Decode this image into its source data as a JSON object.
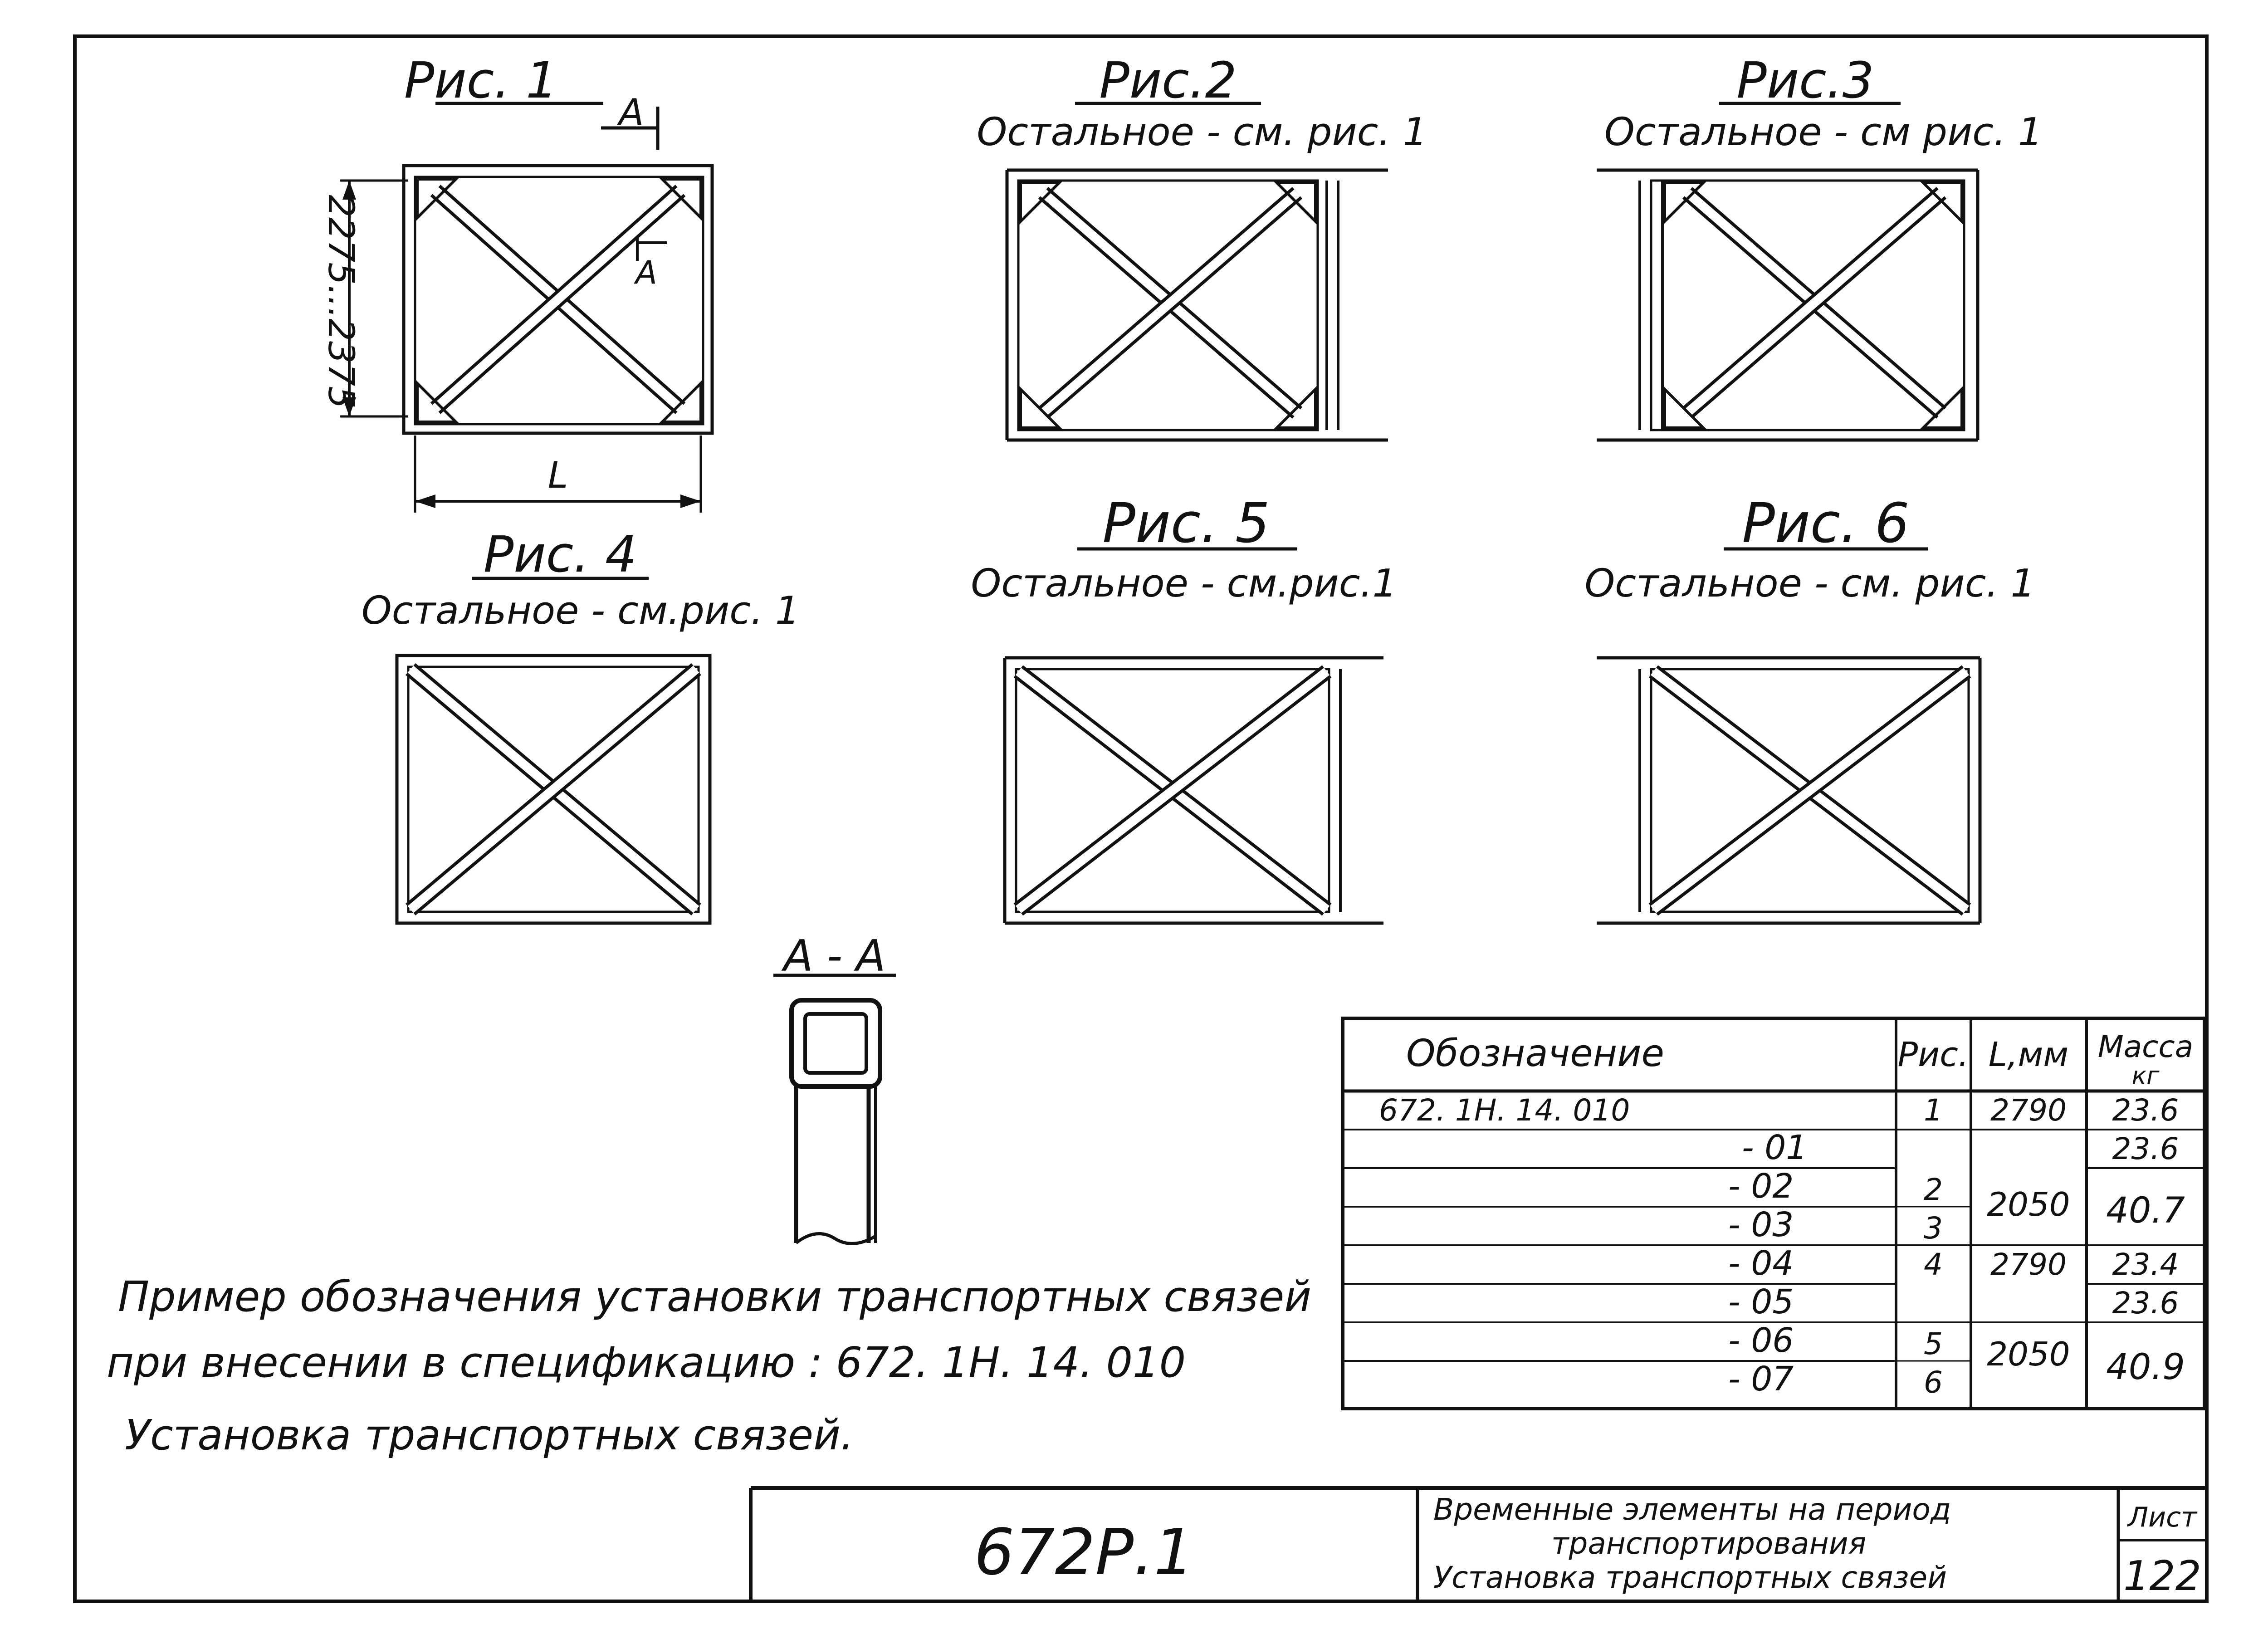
{
  "figures": [
    {
      "title": "Рис. 1",
      "subtitle": ""
    },
    {
      "title": "Рис.2",
      "subtitle": "Остальное - см. рис. 1"
    },
    {
      "title": "Рис.3",
      "subtitle": "Остальное - см рис. 1"
    },
    {
      "title": "Рис. 4",
      "subtitle": "Остальное - см.рис. 1"
    },
    {
      "title": "Рис. 5",
      "subtitle": "Остальное - см.рис.1"
    },
    {
      "title": "Рис. 6",
      "subtitle": "Остальное - см. рис. 1"
    }
  ],
  "fig1_dims": {
    "height": "2275...2375",
    "length": "L",
    "section_mark": "А"
  },
  "section": {
    "title": "А - А"
  },
  "table": {
    "headers": {
      "designation": "Обозначение",
      "fig": "Рис.",
      "length": "L,мм",
      "mass": "Масса",
      "mass_unit": "кг"
    },
    "rows": [
      {
        "designation": "672. 1Н. 14. 010",
        "fig": "1",
        "length": "2790",
        "mass": "23.6"
      },
      {
        "designation": "- 01",
        "fig": "",
        "length": "",
        "mass": "23.6"
      },
      {
        "designation": "- 02",
        "fig": "2",
        "length": "2050",
        "mass": "40.7"
      },
      {
        "designation": "- 03",
        "fig": "3",
        "length": "",
        "mass": ""
      },
      {
        "designation": "- 04",
        "fig": "4",
        "length": "2790",
        "mass": "23.4"
      },
      {
        "designation": "- 05",
        "fig": "",
        "length": "",
        "mass": "23.6"
      },
      {
        "designation": "- 06",
        "fig": "5",
        "length": "2050",
        "mass": "40.9"
      },
      {
        "designation": "- 07",
        "fig": "6",
        "length": "",
        "mass": ""
      }
    ]
  },
  "note": {
    "line1": "Пример обозначения установки транспортных связей",
    "line2": "при внесении в спецификацию : 672. 1Н. 14. 010",
    "line3": "Установка транспортных связей."
  },
  "title_block": {
    "code": "672Р.1",
    "desc_line1": "Временные элементы на период",
    "desc_line2": "транспортирования",
    "desc_line3": "Установка транспортных связей",
    "sheet_label": "Лист",
    "sheet_number": "122"
  }
}
